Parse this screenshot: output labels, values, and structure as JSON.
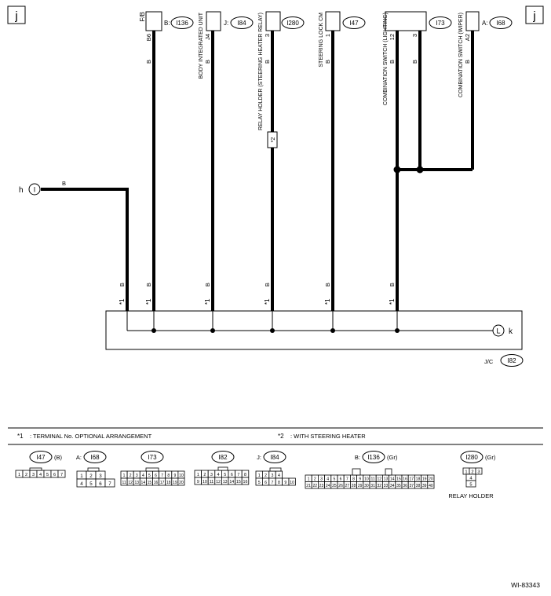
{
  "corner_marks": [
    "j",
    "j"
  ],
  "connectors": [
    {
      "prefix": "F/B",
      "ref": "B:",
      "id": "I136",
      "pin": "B6",
      "wire": "B",
      "label": ""
    },
    {
      "prefix": "",
      "ref": "J:",
      "id": "I84",
      "pin": "J4",
      "wire": "B",
      "label": "BODY INTEGRATED UNIT"
    },
    {
      "prefix": "",
      "ref": "",
      "id": "I280",
      "pin": "3",
      "wire": "B",
      "label": "RELAY HOLDER (STEERING HEATER RELAY)"
    },
    {
      "prefix": "",
      "ref": "",
      "id": "I47",
      "pin": "1",
      "wire": "B",
      "label": "STEERING LOCK CM"
    },
    {
      "prefix": "",
      "ref": "",
      "id": "I73",
      "pin": "12",
      "wire": "B",
      "label": "COMBINATION SWITCH (LIGHTING)"
    },
    {
      "prefix": "",
      "ref": "",
      "id": "",
      "pin": "3",
      "wire": "B",
      "label": ""
    },
    {
      "prefix": "",
      "ref": "A:",
      "id": "I68",
      "pin": "A2",
      "wire": "B",
      "label": "COMBINATION SWITCH (WIPER)"
    }
  ],
  "splice_note": "*2",
  "left_terminal": {
    "letter": "h",
    "symbol": "I",
    "wire": "B"
  },
  "right_terminal": {
    "letter": "k",
    "symbol": "L"
  },
  "jc": {
    "label": "J/C",
    "id": "I82"
  },
  "jc_pins": [
    {
      "mark": "*1",
      "wire": "B"
    },
    {
      "mark": "*1",
      "wire": "B"
    },
    {
      "mark": "*1",
      "wire": "B"
    },
    {
      "mark": "*1",
      "wire": "B"
    },
    {
      "mark": "*1",
      "wire": "B"
    },
    {
      "mark": "*1",
      "wire": "B"
    }
  ],
  "notes": [
    {
      "mark": "*1",
      "text": ": TERMINAL No. OPTIONAL ARRANGEMENT"
    },
    {
      "mark": "*2",
      "text": ": WITH STEERING HEATER"
    }
  ],
  "connector_views": [
    {
      "ref": "",
      "id": "I47",
      "suffix": "(B)",
      "rows": [
        [
          "1",
          "2",
          "3",
          "4",
          "5",
          "6",
          "7"
        ]
      ],
      "caption": ""
    },
    {
      "ref": "A:",
      "id": "I68",
      "suffix": "",
      "rows": [
        [
          "1",
          "2",
          "3"
        ],
        [
          "4",
          "5",
          "6",
          "7"
        ]
      ],
      "caption": ""
    },
    {
      "ref": "",
      "id": "I73",
      "suffix": "",
      "rows": [
        [
          "1",
          "2",
          "3",
          "4",
          "5",
          "6",
          "7",
          "8",
          "9",
          "10"
        ],
        [
          "11",
          "12",
          "13",
          "14",
          "15",
          "16",
          "17",
          "18",
          "19",
          "20"
        ]
      ],
      "caption": ""
    },
    {
      "ref": "",
      "id": "I82",
      "suffix": "",
      "rows": [
        [
          "1",
          "2",
          "3",
          "4",
          "5",
          "6",
          "7",
          "8"
        ],
        [
          "9",
          "10",
          "11",
          "12",
          "13",
          "14",
          "15",
          "16"
        ]
      ],
      "caption": ""
    },
    {
      "ref": "J:",
      "id": "I84",
      "suffix": "",
      "rows": [
        [
          "1",
          "2",
          "3",
          "4"
        ],
        [
          "5",
          "6",
          "7",
          "8",
          "9",
          "10"
        ]
      ],
      "caption": ""
    },
    {
      "ref": "B:",
      "id": "I136",
      "suffix": "(Gr)",
      "rows": [
        [
          "1",
          "2",
          "3",
          "4",
          "5",
          "6",
          "7",
          "8",
          "9",
          "10",
          "11",
          "12",
          "13",
          "14",
          "15",
          "16",
          "17",
          "18",
          "19",
          "20"
        ],
        [
          "21",
          "22",
          "23",
          "24",
          "25",
          "26",
          "27",
          "28",
          "29",
          "30",
          "31",
          "32",
          "33",
          "34",
          "35",
          "36",
          "37",
          "38",
          "39",
          "40"
        ]
      ],
      "caption": ""
    },
    {
      "ref": "",
      "id": "I280",
      "suffix": "(Gr)",
      "rows": [
        [
          "1",
          "2",
          "3"
        ],
        [
          "4"
        ],
        [
          "5"
        ]
      ],
      "caption": "RELAY HOLDER"
    }
  ],
  "figure_code": "WI-83343"
}
